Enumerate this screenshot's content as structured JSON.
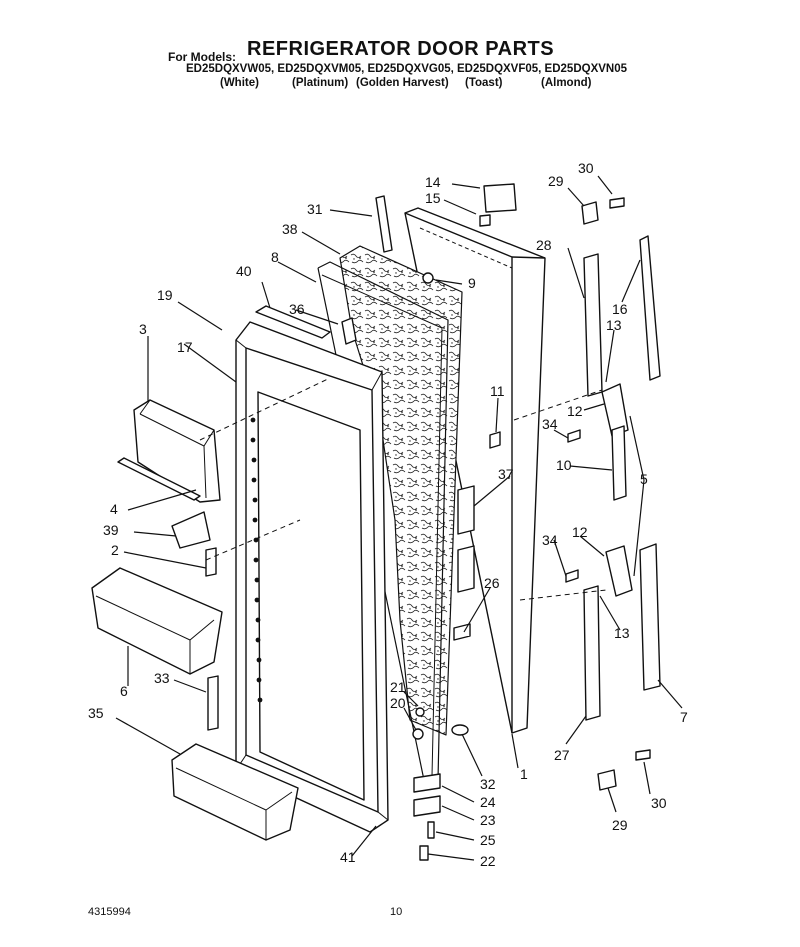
{
  "header": {
    "for_models_label": "For Models:",
    "title": "REFRIGERATOR DOOR PARTS",
    "models": "ED25DQXVW05, ED25DQXVM05, ED25DQXVG05, ED25DQXVF05, ED25DQXVN05",
    "colors": [
      "(White)",
      "(Platinum)",
      "(Golden Harvest)",
      "(Toast)",
      "(Almond)"
    ]
  },
  "callouts": [
    "14",
    "15",
    "30",
    "29",
    "31",
    "38",
    "28",
    "8",
    "9",
    "40",
    "16",
    "19",
    "36",
    "13",
    "3",
    "17",
    "11",
    "12",
    "34",
    "10",
    "37",
    "5",
    "4",
    "39",
    "12",
    "34",
    "2",
    "26",
    "13",
    "6",
    "33",
    "21",
    "20",
    "7",
    "35",
    "27",
    "32",
    "1",
    "24",
    "30",
    "23",
    "29",
    "25",
    "41",
    "22"
  ],
  "footer": {
    "doc_number": "4315994",
    "page_number": "10"
  }
}
